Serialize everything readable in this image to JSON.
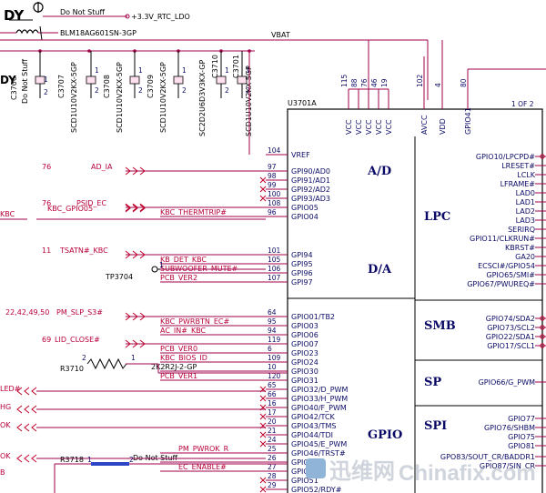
{
  "top": {
    "dy_label": "DY",
    "do_not_stuff_top": "Do Not Stuff",
    "rail_3v3": "+3.3V_RTC_LDO",
    "bead_part": "BLM18AG601SN-3GP",
    "vbat": "VBAT",
    "left_dy": "DY"
  },
  "caps": [
    {
      "ref": "C3706",
      "part": "Do Not Stuff"
    },
    {
      "ref": "C3707",
      "part": "SCD1U10V2KX-5GP"
    },
    {
      "ref": "C3708",
      "part": "SCD1U10V2KX-5GP"
    },
    {
      "ref": "C3709",
      "part": "SCD1U10V2KX-5GP"
    },
    {
      "ref": "C3710",
      "part": "SC2D2U6D3V3KX-GP"
    },
    {
      "ref": "C3701",
      "part": "SCD1U10V2KX-5GP"
    }
  ],
  "chip": {
    "ref": "U3701A",
    "page": "1 OF 2",
    "top_pins": [
      {
        "name": "VCC",
        "num": "115"
      },
      {
        "name": "VCC",
        "num": "88"
      },
      {
        "name": "VCC",
        "num": "76"
      },
      {
        "name": "VCC",
        "num": "46"
      },
      {
        "name": "VCC",
        "num": "19"
      },
      {
        "name": "AVCC",
        "num": "102"
      },
      {
        "name": "VDD",
        "num": "4"
      },
      {
        "name": "GPIO41",
        "num": "80"
      }
    ],
    "blocks": {
      "ad": "A/D",
      "da": "D/A",
      "gpio": "GPIO",
      "lpc": "LPC",
      "smb": "SMB",
      "sp": "SP",
      "spi": "SPI"
    }
  },
  "left_pins": [
    {
      "num": "104",
      "name": "VREF"
    },
    {
      "num": "97",
      "name": "GPI90/AD0",
      "net": "AD_IA",
      "page": "76"
    },
    {
      "num": "98",
      "name": "GPI91/AD1"
    },
    {
      "num": "99",
      "name": "GPI92/AD2"
    },
    {
      "num": "100",
      "name": "GPI93/AD3"
    },
    {
      "num": "108",
      "name": "GPIO05",
      "net": "PSID_EC",
      "page": "76"
    },
    {
      "num": "96",
      "name": "GPIO04",
      "net": "KBC_THERMTRIP#"
    },
    {
      "num": "101",
      "name": "GPI94",
      "net": "TSATN#_KBC",
      "page": "11"
    },
    {
      "num": "105",
      "name": "GPI95",
      "net": "KB_DET_KBC"
    },
    {
      "num": "106",
      "name": "GPI96",
      "net": "SUBWOOFER_MUTE#"
    },
    {
      "num": "107",
      "name": "GPI97",
      "net": "PCB_VER2"
    },
    {
      "num": "64",
      "name": "GPIO01/TB2",
      "net": "PM_SLP_S3#",
      "page": "22,42,49,50"
    },
    {
      "num": "95",
      "name": "GPIO03",
      "net": "KBC_PWRBTN_EC#"
    },
    {
      "num": "94",
      "name": "GPIO06",
      "net": "AC_IN#_KBC"
    },
    {
      "num": "119",
      "name": "GPIO07",
      "net": "LID_CLOSE#",
      "page": "69"
    },
    {
      "num": "6",
      "name": "GPIO23",
      "net": "PCB_VER0"
    },
    {
      "num": "109",
      "name": "GPIO24",
      "net": "KBC_BIOS_ID"
    },
    {
      "num": "10",
      "name": "GPIO30",
      "net": "2K2R2J-2-GP"
    },
    {
      "num": "120",
      "name": "GPIO31",
      "net": "PCB_VER1"
    },
    {
      "num": "65",
      "name": "GPIO32/D_PWM"
    },
    {
      "num": "66",
      "name": "GPIO33/H_PWM"
    },
    {
      "num": "16",
      "name": "GPIO40/F_PWM"
    },
    {
      "num": "17",
      "name": "GPIO42/TCK"
    },
    {
      "num": "20",
      "name": "GPIO43/TMS"
    },
    {
      "num": "21",
      "name": "GPIO44/TDI"
    },
    {
      "num": "24",
      "name": "GPIO45/E_PWM"
    },
    {
      "num": "25",
      "name": "GPIO46/TRST#",
      "net": "PM_PWROK_R"
    },
    {
      "num": "26",
      "name": "GPIO47",
      "net": "Do Not Stuff"
    },
    {
      "num": "27",
      "name": "GPIO50",
      "net": "EC_ENABLE#"
    },
    {
      "num": "28",
      "name": "GPIO51"
    },
    {
      "num": "29",
      "name": "GPIO52/RDY#"
    }
  ],
  "left_extras": {
    "kbc_gpio05": "KBC_GPIO05",
    "kbc_cut": "KBC",
    "tp": "TP3704",
    "tp_pin": "1",
    "r3710": "R3710",
    "r3718": "R3718",
    "r_pin1": "1",
    "r_pin2": "2",
    "led_cut": "LED#",
    "hg_cut": "HG",
    "ok_cut": "OK",
    "ok_cut2": "OK",
    "b_cut": "B"
  },
  "right_pins": [
    {
      "name": "GPIO10/LPCPD#"
    },
    {
      "name": "LRESET#"
    },
    {
      "name": "LCLK"
    },
    {
      "name": "LFRAME#"
    },
    {
      "name": "LAD0"
    },
    {
      "name": "LAD1"
    },
    {
      "name": "LAD2"
    },
    {
      "name": "LAD3"
    },
    {
      "name": "SERIRQ"
    },
    {
      "name": "GPIO11/CLKRUN#"
    },
    {
      "name": "KBRST#"
    },
    {
      "name": "GA20"
    },
    {
      "name": "ECSCI#/GPIO54"
    },
    {
      "name": "GPIO65/SMI#"
    },
    {
      "name": "GPIO67/PWUREQ#"
    },
    {
      "name": "GPIO74/SDA2"
    },
    {
      "name": "GPIO73/SCL2"
    },
    {
      "name": "GPIO22/SDA1"
    },
    {
      "name": "GPIO17/SCL1"
    },
    {
      "name": "GPIO66/G_PWM"
    },
    {
      "name": "GPIO77"
    },
    {
      "name": "GPIO76/SHBM"
    },
    {
      "name": "GPIO75"
    },
    {
      "name": "GPIO81"
    },
    {
      "name": "GPO83/SOUT_CR/BADDR1"
    },
    {
      "name": "GPIO87/SIN_CR"
    }
  ],
  "watermark": {
    "cn": "迅维网",
    "en": "Chinafix.com"
  }
}
